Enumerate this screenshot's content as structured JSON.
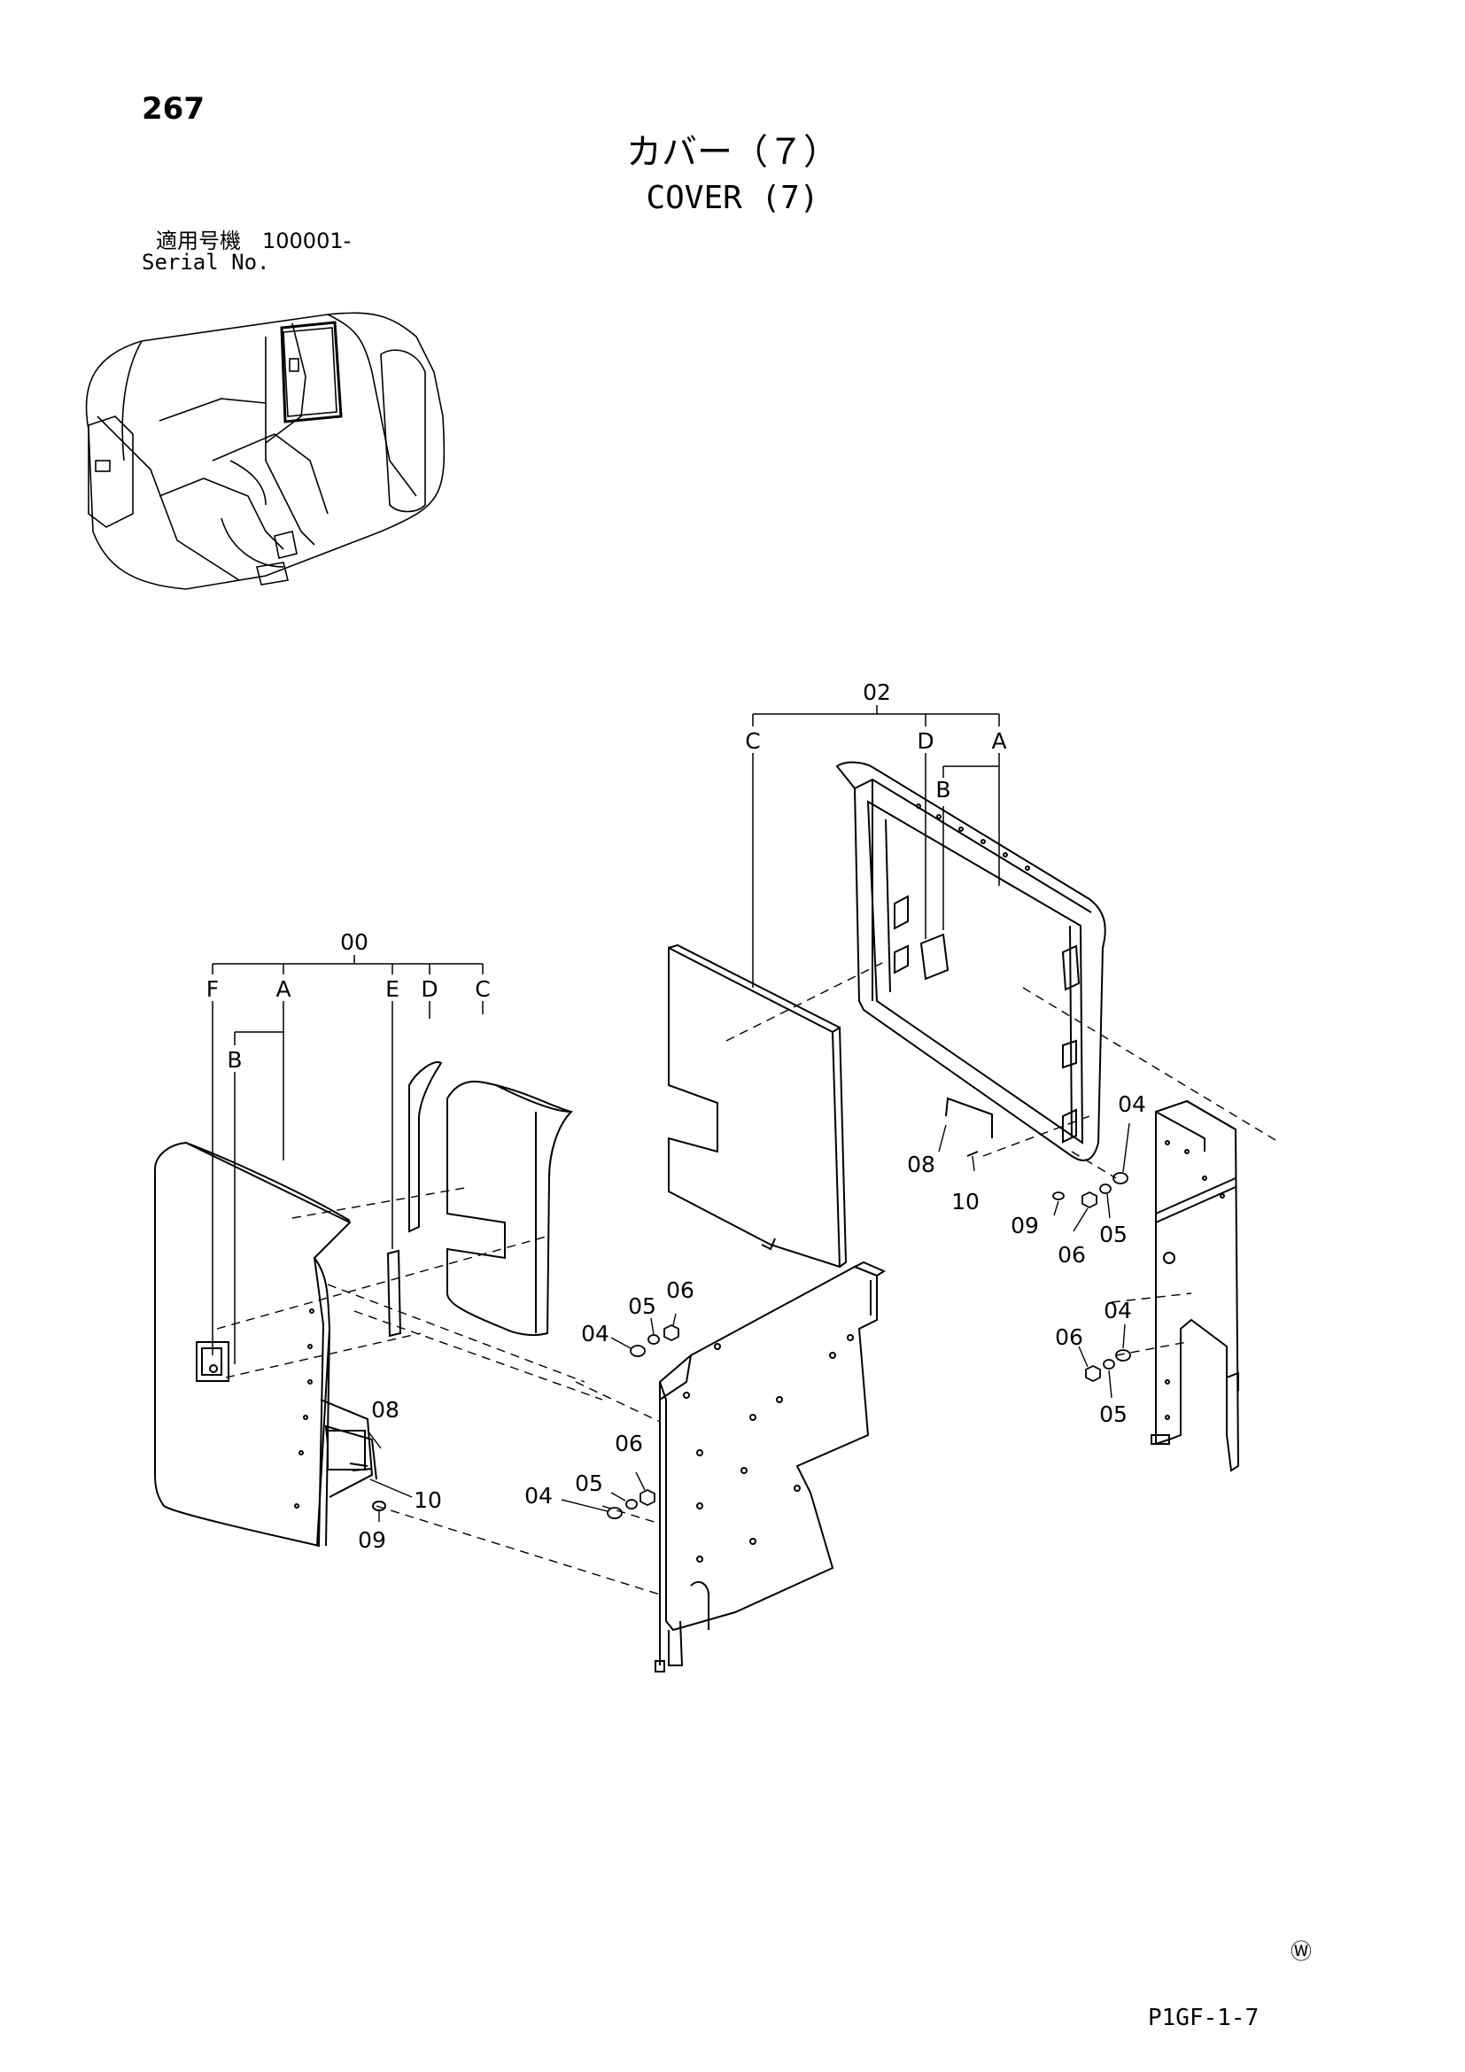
{
  "page_number": "267",
  "title_jp": "カバー（７）",
  "title_en": "COVER (7)",
  "serial_jp": "適用号機　100001-",
  "serial_en": "Serial No.",
  "watermark": "Ⓦ",
  "figure_code": "P1GF-1-7",
  "callouts": {
    "group_00": "00",
    "group_02": "02",
    "sub_a": "A",
    "sub_b": "B",
    "sub_c": "C",
    "sub_d": "D",
    "sub_e": "E",
    "sub_f": "F",
    "part_04": "04",
    "part_05": "05",
    "part_06": "06",
    "part_08": "08",
    "part_09": "09",
    "part_10": "10"
  }
}
